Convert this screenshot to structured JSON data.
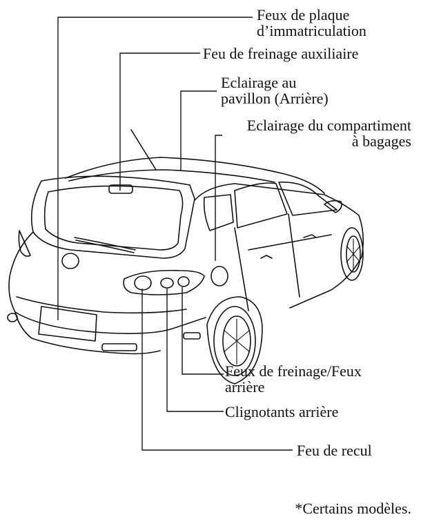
{
  "callouts": [
    {
      "id": "plaque",
      "lines": [
        "Feux de plaque",
        "d’immatriculation"
      ]
    },
    {
      "id": "feu-freinage-aux",
      "lines": [
        "Feu de freinage auxiliaire"
      ]
    },
    {
      "id": "eclairage-pavillon",
      "lines": [
        "Eclairage au",
        "pavillon (Arrière)"
      ]
    },
    {
      "id": "eclairage-compartiment",
      "lines": [
        "Eclairage du compartiment",
        "à bagages"
      ]
    },
    {
      "id": "feux-freinage-arriere",
      "lines": [
        "Feux de freinage/Feux",
        "arrière"
      ]
    },
    {
      "id": "clignotants",
      "lines": [
        "Clignotants arrière"
      ]
    },
    {
      "id": "feu-recul",
      "lines": [
        "Feu de recul"
      ]
    }
  ],
  "footnote": {
    "mark": "*",
    "text": "Certains modèles."
  }
}
